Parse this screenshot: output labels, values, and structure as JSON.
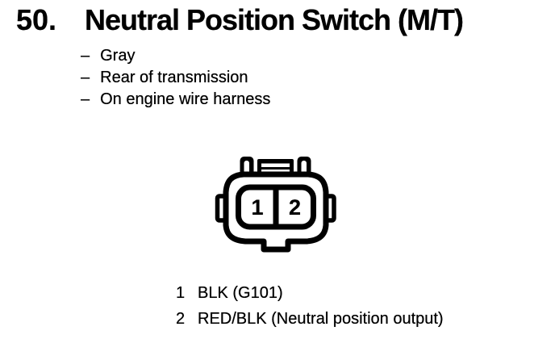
{
  "page": {
    "background": "#ffffff",
    "ink": "#000000"
  },
  "header": {
    "number": "50.",
    "title": "Neutral Position Switch (M/T)"
  },
  "details": {
    "dash": "–",
    "items": [
      "Gray",
      "Rear of transmission",
      "On engine wire harness"
    ]
  },
  "connector": {
    "pins": [
      "1",
      "2"
    ]
  },
  "legend": {
    "rows": [
      {
        "pin": "1",
        "wire": "BLK (G101)"
      },
      {
        "pin": "2",
        "wire": "RED/BLK (Neutral position output)"
      }
    ]
  }
}
